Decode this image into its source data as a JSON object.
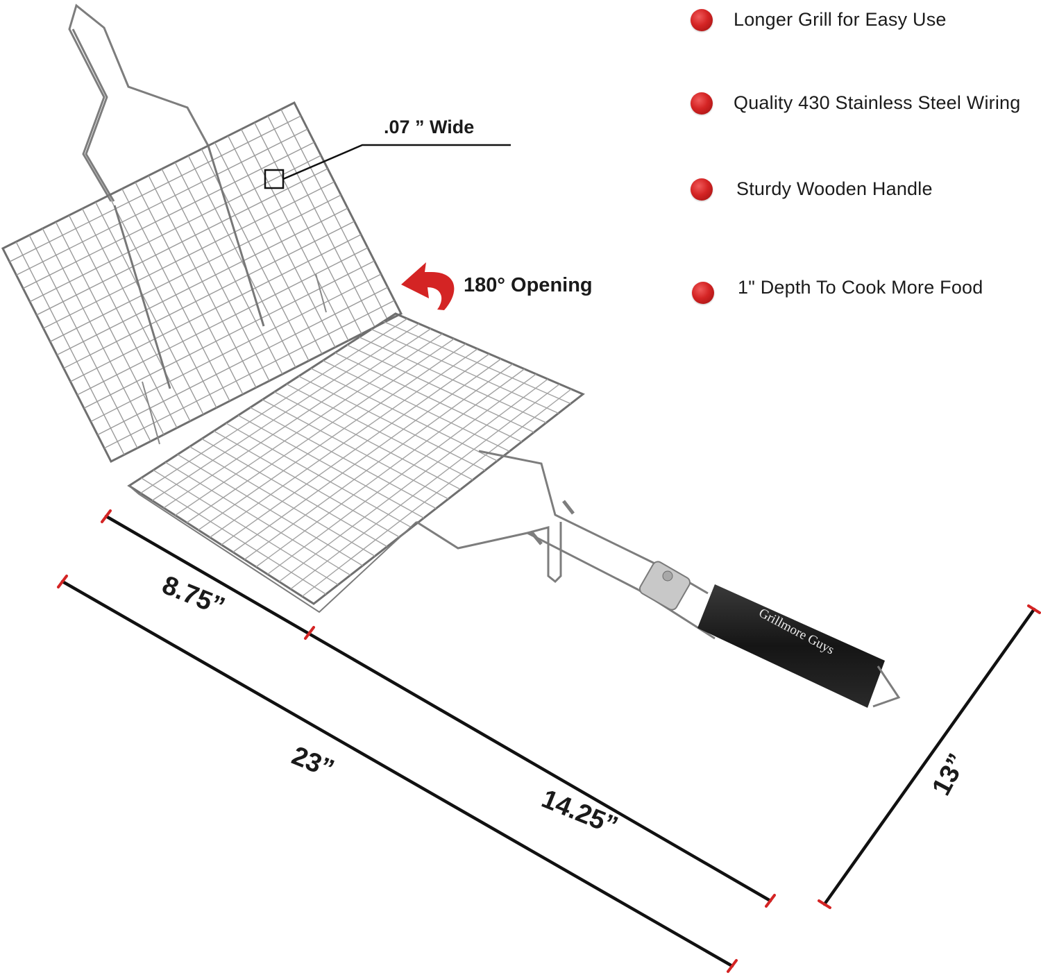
{
  "features": [
    {
      "text": "Longer Grill for Easy Use"
    },
    {
      "text": "Quality 430 Stainless Steel Wiring"
    },
    {
      "text": "Sturdy Wooden Handle"
    },
    {
      "text": "1\" Depth To Cook More Food"
    }
  ],
  "callouts": {
    "wire_width": ".07 ” Wide",
    "opening": "180° Opening"
  },
  "dimensions": {
    "basket_width": "8.75”",
    "handle_length": "14.25”",
    "total_length": "23”",
    "basket_depth": "13”"
  },
  "brand_on_handle": "Grillmore Guys",
  "colors": {
    "bullet": "#d42424",
    "dimension_line": "#111111",
    "dimension_tick": "#d42424",
    "arrow": "#d42424",
    "handle": "#1c1c1c",
    "wire": "#8a8a8a"
  }
}
